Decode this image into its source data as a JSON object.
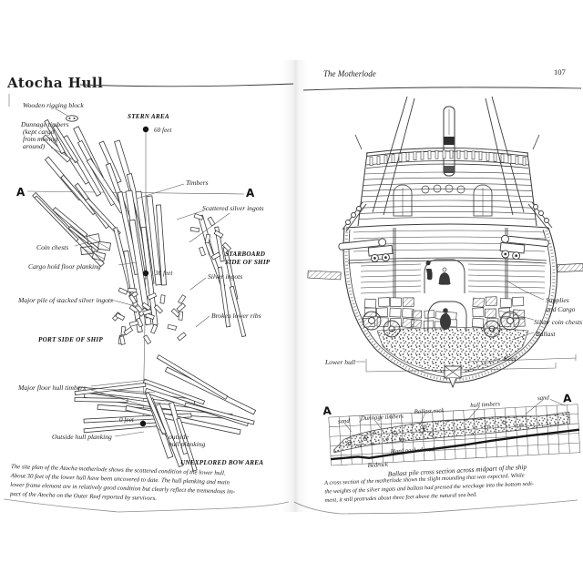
{
  "left_page": {
    "title": "Atocha Hull",
    "marker_a": "A",
    "depths": {
      "d60": "60 feet",
      "d30": "30 feet",
      "d0": "0 feet"
    },
    "sections": {
      "stern": "STERN AREA",
      "starboard_l1": "STARBOARD",
      "starboard_l2": "SIDE OF SHIP",
      "port": "PORT SIDE OF SHIP",
      "bow": "UNEXPLORED BOW AREA"
    },
    "labels": {
      "wooden_rigging_block": "Wooden rigging block",
      "dunnage_l1": "Dunnage timbers",
      "dunnage_l2": "(kept cargo",
      "dunnage_l3": "from moving",
      "dunnage_l4": "around)",
      "timbers": "Timbers",
      "scattered_silver_ingots": "Scattered silver ingots",
      "coin_chests": "Coin chests",
      "cargo_hold_floor_planking": "Cargo hold floor planking",
      "silver_ingots": "Silver ingots",
      "major_pile": "Major pile of stacked silver ingots",
      "broken_lower_ribs": "Broken lower ribs",
      "major_floor_hull_timbers": "Major floor hull timbers",
      "outside_hull_planking": "Outside hull planking",
      "outside_l1": "outside",
      "outside_l2": "hull planking"
    },
    "caption_lines": [
      "The site plan of the Atocha motherlode shows the scattered condition of the lower hull.",
      "About 30 feet of the lower hull have been uncovered to date. The hull planking and main",
      "lower frame element are in relatively good condition but clearly reflect the tremendous im-",
      "pact of the Atocha on the Outer Reef reported by survivors."
    ]
  },
  "right_page": {
    "header": "The Motherlode",
    "page_number": "107",
    "ship_labels": {
      "supplies_l1": "Supplies",
      "supplies_l2": "and Cargo",
      "silver_coin_chests": "Silver coin chests",
      "ballast": "Ballast",
      "keel": "Keel",
      "lower_hull": "Lower hull"
    },
    "cross_section": {
      "marker_a": "A",
      "sand_left": "sand",
      "dunnage": "Dunnage timbers",
      "ballast_rock": "Ballast rock",
      "hull_timbers": "hull timbers",
      "sand_right": "sand",
      "mud": "Hard packed mud",
      "bedrock": "Bedrock",
      "title": "Ballast pile cross section across midpart of the ship"
    },
    "caption_lines": [
      "A cross section of the motherlode shows the slight mounding that was expected. While",
      "the weights of the silver ingots and ballast had pressed the wreckage into the bottom sedi-",
      "ment, it still protrudes about three feet above the natural sea bed."
    ]
  }
}
